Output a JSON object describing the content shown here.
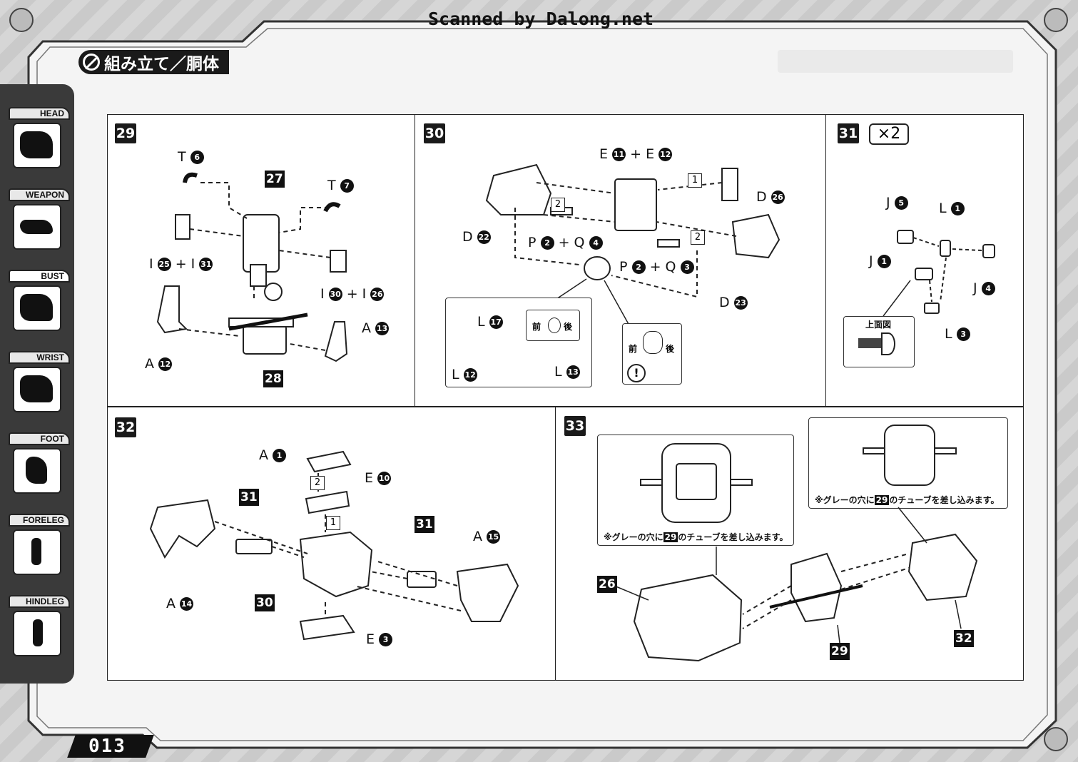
{
  "scan_credit": "Scanned by Dalong.net",
  "page_title": "組み立て／胴体",
  "page_number": "013",
  "sidebar": [
    {
      "label": "HEAD"
    },
    {
      "label": "WEAPON"
    },
    {
      "label": "BUST",
      "active": true
    },
    {
      "label": "WRIST"
    },
    {
      "label": "FOOT"
    },
    {
      "label": "FORELEG"
    },
    {
      "label": "HINDLEG"
    }
  ],
  "steps": {
    "s29": {
      "number": "29",
      "labels": {
        "t6": "T",
        "t6n": "6",
        "t7": "T",
        "t7n": "7",
        "i2531_a": "I",
        "i2531_an": "25",
        "i2531_plus": "+ I",
        "i2531_bn": "31",
        "i3026_a": "I",
        "i3026_an": "30",
        "i3026_plus": "+ I",
        "i3026_bn": "26",
        "a12": "A",
        "a12n": "12",
        "a13": "A",
        "a13n": "13"
      },
      "part_refs": {
        "p27": "27",
        "p28": "28"
      }
    },
    "s30": {
      "number": "30",
      "labels": {
        "e": "E",
        "e1n": "11",
        "eplus": "+ E",
        "e2n": "12",
        "d26": "D",
        "d26n": "26",
        "d22": "D",
        "d22n": "22",
        "pq4": "P",
        "pq4a": "2",
        "pq4plus": "+ Q",
        "pq4b": "4",
        "pq3": "P",
        "pq3a": "2",
        "pq3plus": "+ Q",
        "pq3b": "3",
        "d23": "D",
        "d23n": "23",
        "l17": "L",
        "l17n": "17",
        "l12": "L",
        "l12n": "12",
        "l13": "L",
        "l13n": "13"
      },
      "order": [
        "1",
        "2",
        "2"
      ],
      "direction": {
        "front": "前",
        "back": "後",
        "front2": "前",
        "back2": "後"
      },
      "caution": "!"
    },
    "s31": {
      "number": "31",
      "multiplier": "×2",
      "labels": {
        "j5": "J",
        "j5n": "5",
        "l1": "L",
        "l1n": "1",
        "j1": "J",
        "j1n": "1",
        "j4": "J",
        "j4n": "4",
        "l3": "L",
        "l3n": "3"
      },
      "top_view": "上面図"
    },
    "s32": {
      "number": "32",
      "labels": {
        "a1": "A",
        "a1n": "1",
        "e10": "E",
        "e10n": "10",
        "a15": "A",
        "a15n": "15",
        "a14": "A",
        "a14n": "14",
        "e3": "E",
        "e3n": "3"
      },
      "order": [
        "2",
        "1"
      ],
      "part_refs": {
        "p31a": "31",
        "p31b": "31",
        "p30": "30"
      }
    },
    "s33": {
      "number": "33",
      "note_left": {
        "pre": "※グレーの穴に",
        "ref": "29",
        "post": "のチューブを差し込みます。"
      },
      "note_right": {
        "pre": "※グレーの穴に",
        "ref": "29",
        "post": "のチューブを差し込みます。"
      },
      "part_refs": {
        "p26": "26",
        "p29": "29",
        "p32": "32"
      }
    }
  }
}
